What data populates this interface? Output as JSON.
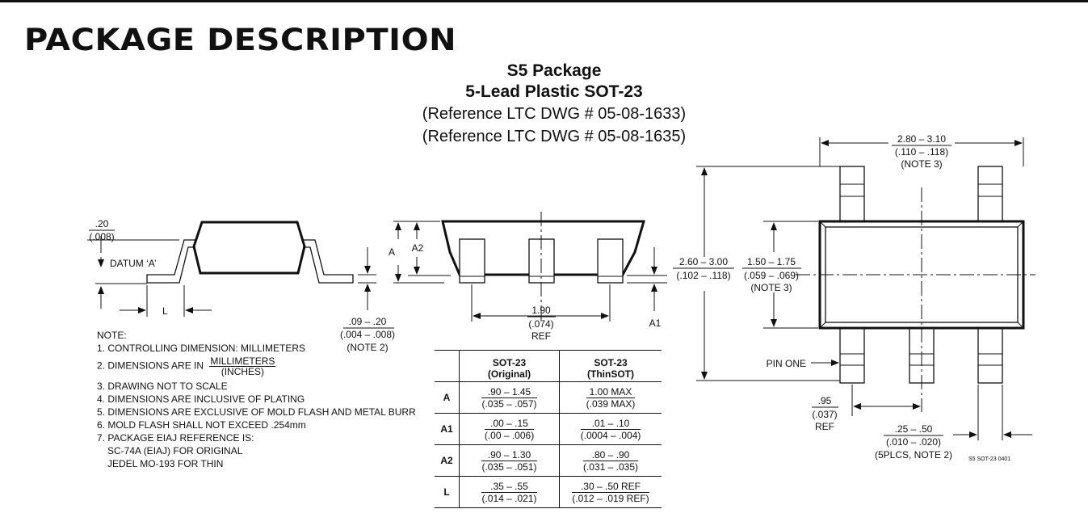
{
  "heading": "PACKAGE DESCRIPTION",
  "package": {
    "title": "S5 Package",
    "subtitle": "5-Lead Plastic SOT-23",
    "ref1": "(Reference LTC DWG # 05-08-1633)",
    "ref2": "(Reference LTC DWG # 05-08-1635)"
  },
  "side_view": {
    "lead_offset_mm": ".20",
    "lead_offset_in": "(.008)",
    "datum": "DATUM ‘A’",
    "l_label": "L",
    "lead_thk_mm": ".09 – .20",
    "lead_thk_in": "(.004 – .008)",
    "lead_thk_note": "(NOTE 2)"
  },
  "front_view": {
    "a_label": "A",
    "a2_label": "A2",
    "a1_label": "A1",
    "pitch_mm": "1.90",
    "pitch_in": "(.074)",
    "pitch_ref": "REF"
  },
  "top_view": {
    "length_mm": "2.80 – 3.10",
    "length_in": "(.110 – .118)",
    "length_note": "(NOTE 3)",
    "overall_mm": "2.60 – 3.00",
    "overall_in": "(.102 – .118)",
    "body_mm": "1.50 – 1.75",
    "body_in": "(.059 – .069)",
    "body_note": "(NOTE 3)",
    "pin_one": "PIN ONE",
    "pitch_mm": ".95",
    "pitch_in": "(.037)",
    "pitch_ref": "REF",
    "lead_w_mm": ".25 – .50",
    "lead_w_in": "(.010 – .020)",
    "lead_w_note": "(5PLCS, NOTE 2)",
    "drawing_id": "S5 SOT-23 0401"
  },
  "notes": {
    "header": "NOTE:",
    "n1": "1. CONTROLLING DIMENSION: MILLIMETERS",
    "n2": "2. DIMENSIONS ARE IN",
    "n2_num": "MILLIMETERS",
    "n2_den": "(INCHES)",
    "n3": "3. DRAWING NOT TO SCALE",
    "n4": "4. DIMENSIONS ARE INCLUSIVE OF PLATING",
    "n5": "5. DIMENSIONS ARE EXCLUSIVE OF MOLD FLASH AND METAL BURR",
    "n6": "6. MOLD FLASH SHALL NOT EXCEED .254mm",
    "n7": "7. PACKAGE EIAJ REFERENCE IS:",
    "n7a": "SC-74A (EIAJ) FOR ORIGINAL",
    "n7b": "JEDEL MO-193 FOR THIN"
  },
  "table": {
    "col1_h1": "SOT-23",
    "col1_h2": "(Original)",
    "col2_h1": "SOT-23",
    "col2_h2": "(ThinSOT)",
    "rows": [
      {
        "label": "A",
        "orig_mm": ".90 – 1.45",
        "orig_in": "(.035 – .057)",
        "thin_mm": "1.00 MAX",
        "thin_in": "(.039 MAX)"
      },
      {
        "label": "A1",
        "orig_mm": ".00 – .15",
        "orig_in": "(.00 – .006)",
        "thin_mm": ".01 – .10",
        "thin_in": "(.0004 – .004)"
      },
      {
        "label": "A2",
        "orig_mm": ".90 – 1.30",
        "orig_in": "(.035 – .051)",
        "thin_mm": ".80 – .90",
        "thin_in": "(.031 – .035)"
      },
      {
        "label": "L",
        "orig_mm": ".35 – .55",
        "orig_in": "(.014 – .021)",
        "thin_mm": ".30 – .50 REF",
        "thin_in": "(.012 – .019 REF)"
      }
    ]
  }
}
